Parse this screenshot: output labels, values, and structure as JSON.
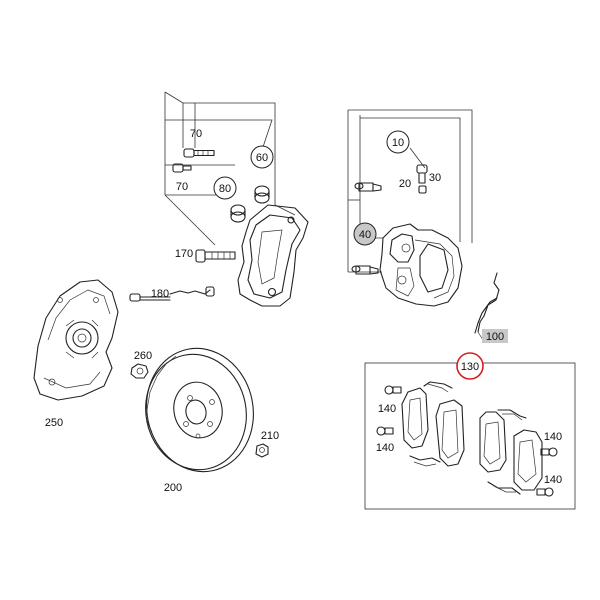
{
  "labels": {
    "p10": "10",
    "p20": "20",
    "p30": "30",
    "p40": "40",
    "p60": "60",
    "p70a": "70",
    "p70b": "70",
    "p80": "80",
    "p100": "100",
    "p130": "130",
    "p170": "170",
    "p180": "180",
    "p200": "200",
    "p210": "210",
    "p250": "250",
    "p260": "260",
    "p140": [
      "140",
      "140",
      "140",
      "140"
    ]
  },
  "colors": {
    "line": "#222222",
    "highlight_grey": "#c8c8c8",
    "highlight_ring": "#d42020"
  }
}
